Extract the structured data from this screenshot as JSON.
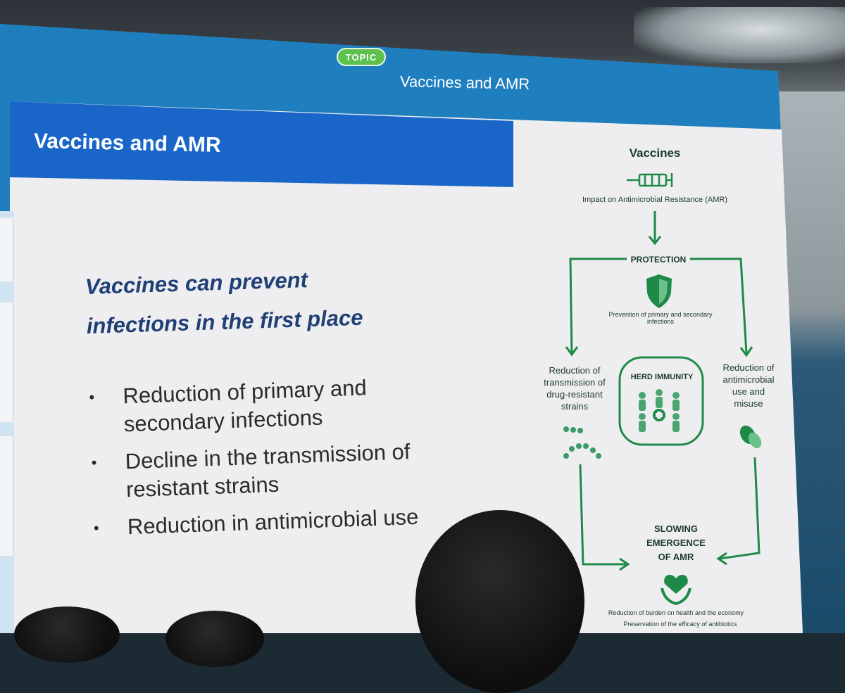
{
  "topic_bar": {
    "pill": "TOPIC",
    "title": "Vaccines and AMR"
  },
  "slide": {
    "title": "Vaccines and AMR",
    "headline": [
      "Vaccines can prevent",
      "infections in the first place"
    ],
    "bullets": [
      "Reduction of primary and secondary infections",
      "Decline in the transmission of resistant strains",
      "Reduction in antimicrobial use"
    ]
  },
  "diagram": {
    "top_label": "Vaccines",
    "subtitle": "Impact on Antimicrobial Resistance (AMR)",
    "protection": "PROTECTION",
    "protection_desc": "Prevention of primary and secondary infections",
    "left_label": "Reduction of transmission of drug-resistant strains",
    "center_label": "HERD IMMUNITY",
    "right_label": "Reduction of antimicrobial use and misuse",
    "bottom_label": "SLOWING EMERGENCE OF AMR",
    "footer_line1": "Reduction of burden on health and the economy",
    "footer_line2": "Preservation of the efficacy of antibiotics"
  },
  "colors": {
    "screen_blue": "#1f7fbe",
    "header_blue": "#1a66c8",
    "pill_green": "#5cc14e",
    "diagram_green": "#1f8a48",
    "headline_navy": "#1f3f75"
  }
}
